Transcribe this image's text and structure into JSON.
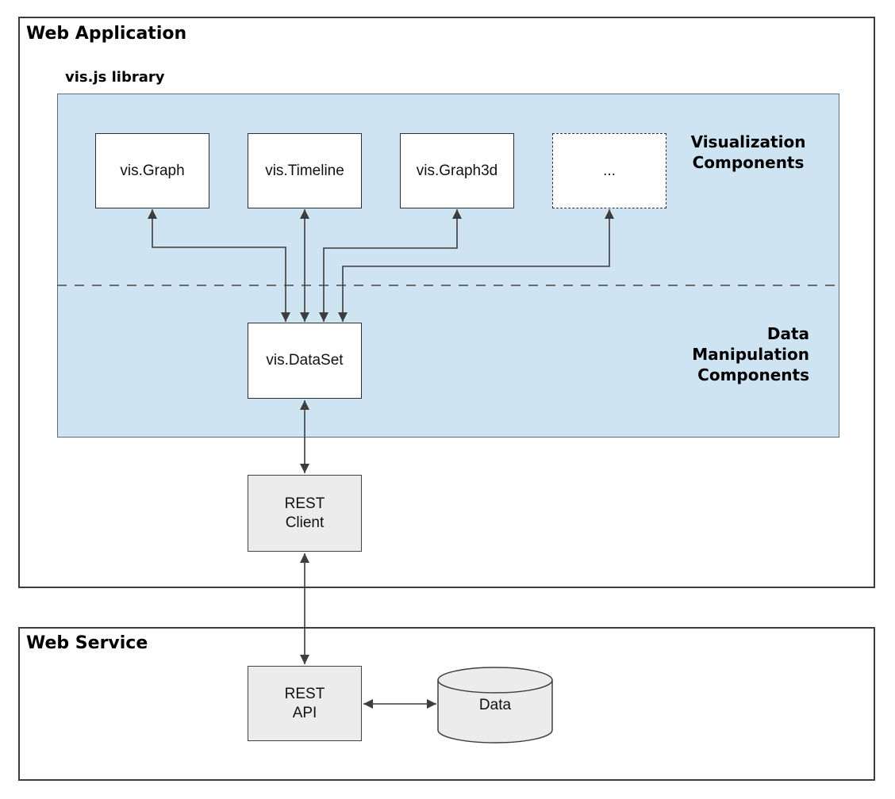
{
  "diagram": {
    "web_application": {
      "title": "Web Application"
    },
    "library": {
      "title": "vis.js library",
      "components": [
        {
          "label": "vis.Graph"
        },
        {
          "label": "vis.Timeline"
        },
        {
          "label": "vis.Graph3d"
        },
        {
          "label": "..."
        }
      ],
      "visualization_label": "Visualization\nComponents",
      "data_manipulation_label": "Data\nManipulation\nComponents",
      "dataset_label": "vis.DataSet"
    },
    "rest_client_label": "REST\nClient",
    "web_service": {
      "title": "Web Service",
      "rest_api_label": "REST\nAPI",
      "data_store_label": "Data"
    },
    "colors": {
      "panel_blue": "#cfe4f2",
      "node_grey": "#ececec",
      "node_white": "#ffffff",
      "line": "#3d3d3d"
    }
  }
}
